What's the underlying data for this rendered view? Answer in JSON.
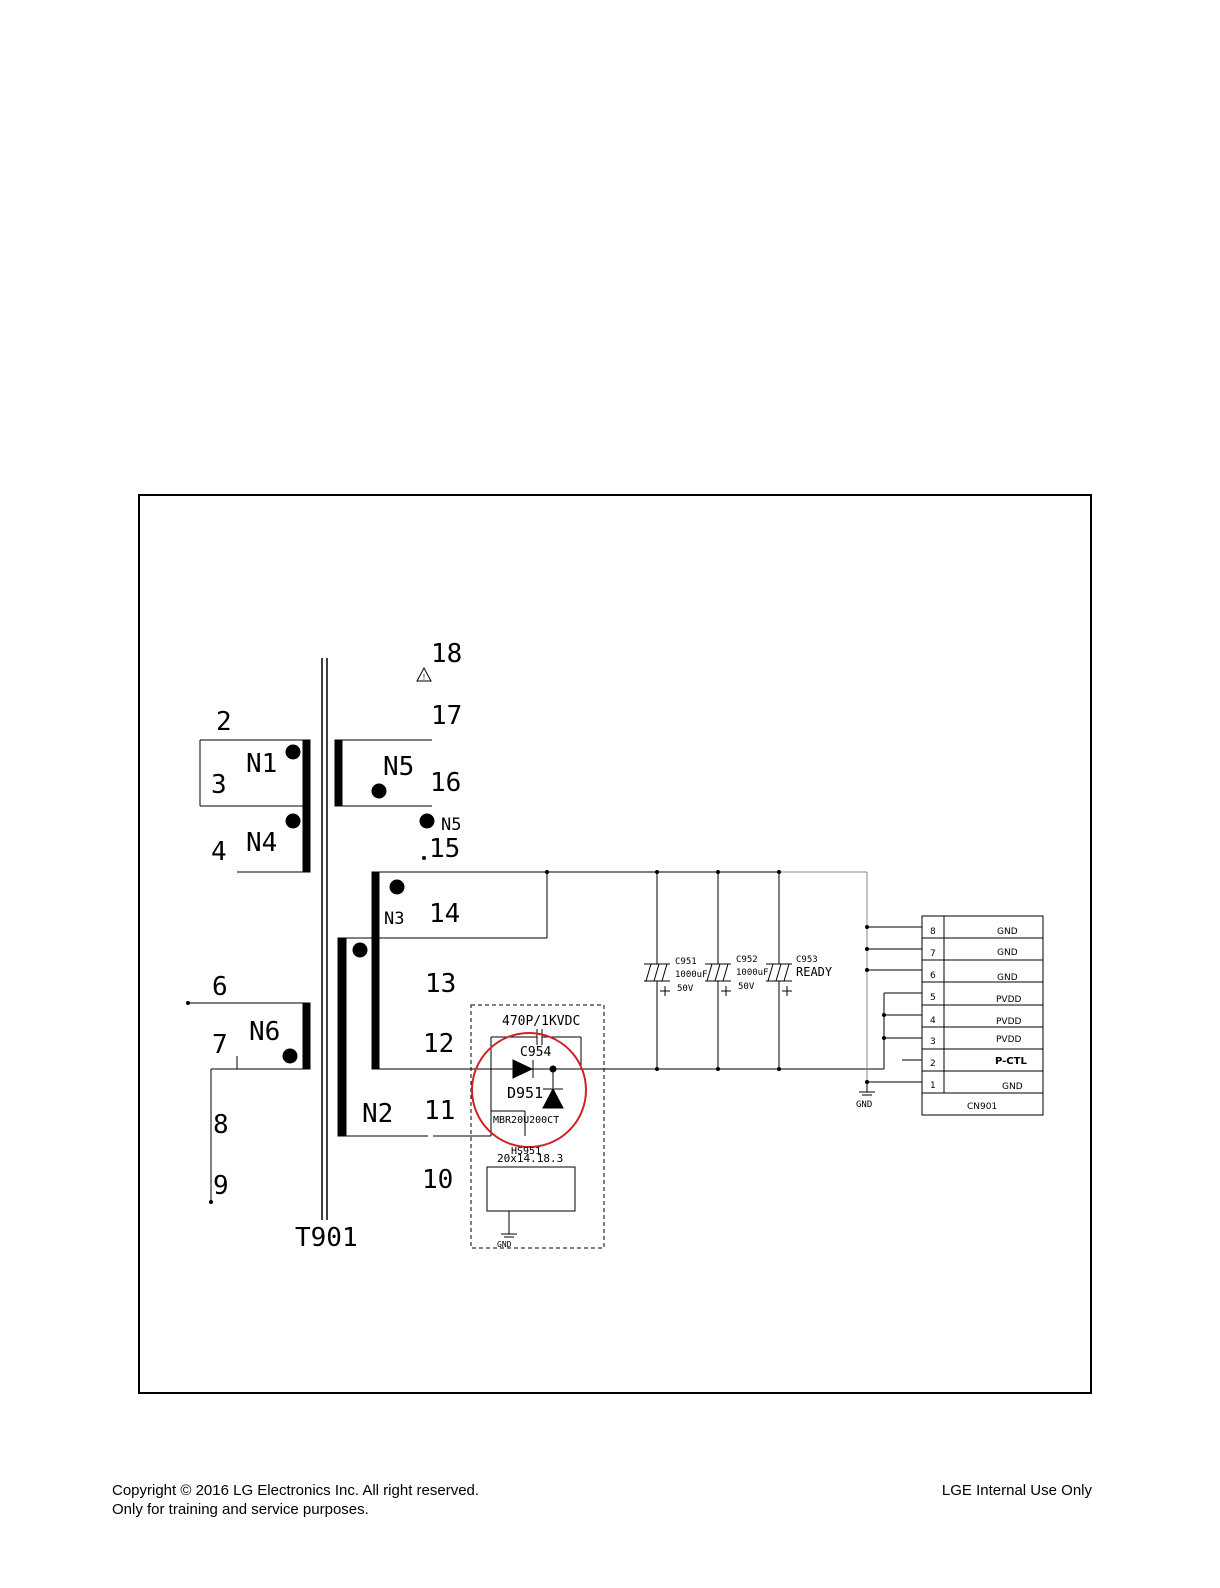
{
  "schematic": {
    "transformer_ref": "T901",
    "winding_labels": {
      "n1": "N1",
      "n4": "N4",
      "n5": "N5",
      "n5_dot": "N5",
      "n6": "N6",
      "n3": "N3",
      "n2": "N2"
    },
    "pins": {
      "p2": "2",
      "p3": "3",
      "p4": "4",
      "p6": "6",
      "p7": "7",
      "p8": "8",
      "p9": "9",
      "p18": "18",
      "p17": "17",
      "p16": "16",
      "p15": "15",
      "p14": "14",
      "p13": "13",
      "p12": "12",
      "p11": "11",
      "p10": "10"
    },
    "snubber": {
      "value": "470P/1KVDC",
      "ref": "C954"
    },
    "diode": {
      "ref": "D951",
      "part": "MBR20U200CT"
    },
    "heatsink": {
      "ref": "HS951",
      "size": "20x14.18.3",
      "gnd": "GND"
    },
    "capacitors": [
      {
        "ref": "C951",
        "value": "1000uF",
        "voltage": "50V"
      },
      {
        "ref": "C952",
        "value": "1000uF",
        "voltage": "50V"
      },
      {
        "ref": "C953",
        "value": "READY",
        "voltage": ""
      }
    ],
    "gnd_label": "GND",
    "connector": {
      "ref": "CN901",
      "pins": [
        {
          "num": "8",
          "signal": "GND"
        },
        {
          "num": "7",
          "signal": "GND"
        },
        {
          "num": "6",
          "signal": "GND"
        },
        {
          "num": "5",
          "signal": "PVDD"
        },
        {
          "num": "4",
          "signal": "PVDD"
        },
        {
          "num": "3",
          "signal": "PVDD"
        },
        {
          "num": "2",
          "signal": "P-CTL"
        },
        {
          "num": "1",
          "signal": "GND"
        }
      ]
    },
    "highlight_color": "#d0202a"
  },
  "footer": {
    "copyright": "Copyright © 2016 LG Electronics Inc. All right reserved.",
    "purpose": "Only for training and service purposes.",
    "internal": "LGE Internal Use Only"
  }
}
